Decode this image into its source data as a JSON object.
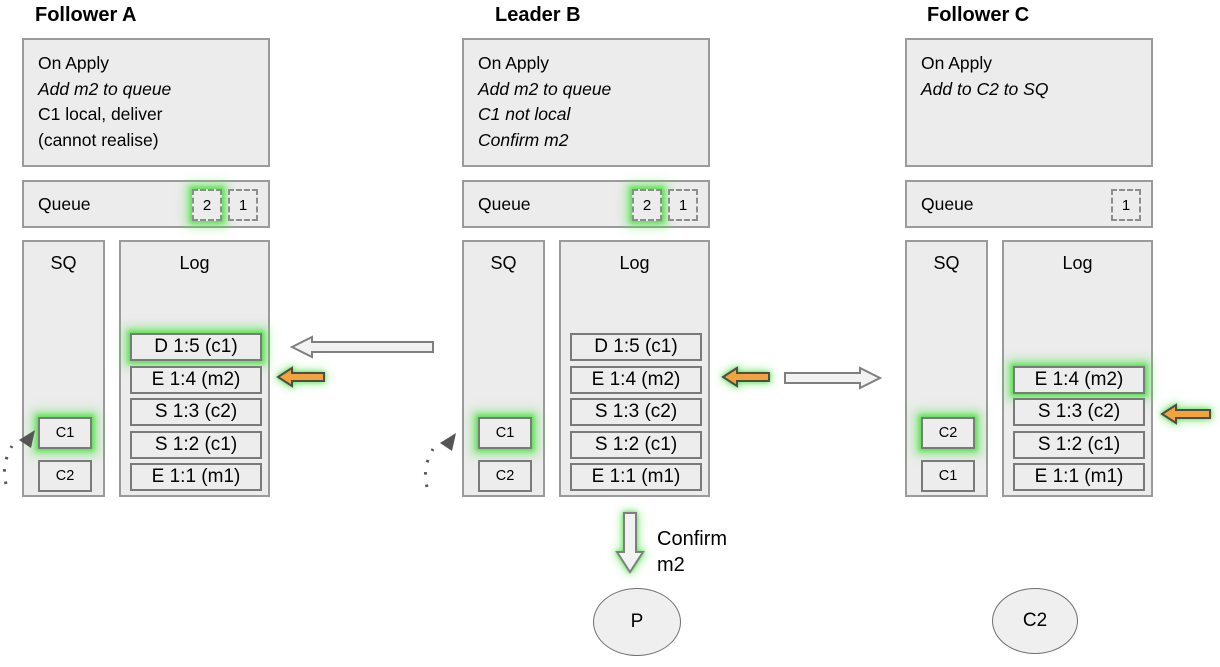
{
  "colors": {
    "glow_green": "#50e346",
    "orange_arrow": "#f2a33c",
    "box_fill": "#ececec",
    "box_border": "#9b9b9b",
    "item_border": "#7a7a7a",
    "white_arrow_fill": "#f2f2f2",
    "arrow_outline": "#7f7f7f"
  },
  "nodes": [
    {
      "title": "Follower A",
      "on_apply": [
        {
          "text": "On Apply",
          "italic": false
        },
        {
          "text": "Add m2 to queue",
          "italic": true
        },
        {
          "text": "C1 local, deliver",
          "italic": false
        },
        {
          "text": "(cannot realise)",
          "italic": false
        }
      ],
      "queue": {
        "label": "Queue",
        "items": [
          {
            "value": "2",
            "glow": true
          },
          {
            "value": "1",
            "glow": false
          }
        ]
      },
      "sq": {
        "label": "SQ",
        "items": [
          {
            "value": "C1",
            "glow": true
          },
          {
            "value": "C2",
            "glow": false
          }
        ]
      },
      "log": {
        "label": "Log",
        "items": [
          {
            "value": "D 1:5 (c1)",
            "glow": true
          },
          {
            "value": "E 1:4 (m2)",
            "glow": false
          },
          {
            "value": "S 1:3 (c2)",
            "glow": false
          },
          {
            "value": "S 1:2 (c1)",
            "glow": false
          },
          {
            "value": "E 1:1 (m1)",
            "glow": false
          }
        ]
      }
    },
    {
      "title": "Leader B",
      "on_apply": [
        {
          "text": "On Apply",
          "italic": false
        },
        {
          "text": "Add m2 to queue",
          "italic": true
        },
        {
          "text": "C1 not local",
          "italic": true
        },
        {
          "text": "Confirm m2",
          "italic": true
        }
      ],
      "queue": {
        "label": "Queue",
        "items": [
          {
            "value": "2",
            "glow": true
          },
          {
            "value": "1",
            "glow": false
          }
        ]
      },
      "sq": {
        "label": "SQ",
        "items": [
          {
            "value": "C1",
            "glow": true
          },
          {
            "value": "C2",
            "glow": false
          }
        ]
      },
      "log": {
        "label": "Log",
        "items": [
          {
            "value": "D 1:5 (c1)",
            "glow": false
          },
          {
            "value": "E 1:4 (m2)",
            "glow": false
          },
          {
            "value": "S 1:3 (c2)",
            "glow": false
          },
          {
            "value": "S 1:2 (c1)",
            "glow": false
          },
          {
            "value": "E 1:1 (m1)",
            "glow": false
          }
        ]
      }
    },
    {
      "title": "Follower C",
      "on_apply": [
        {
          "text": "On Apply",
          "italic": false
        },
        {
          "text": "Add to C2 to SQ",
          "italic": true
        }
      ],
      "queue": {
        "label": "Queue",
        "items": [
          {
            "value": "1",
            "glow": false
          }
        ]
      },
      "sq": {
        "label": "SQ",
        "items": [
          {
            "value": "C2",
            "glow": true
          },
          {
            "value": "C1",
            "glow": false
          }
        ]
      },
      "log": {
        "label": "Log",
        "items": [
          {
            "value": "E 1:4 (m2)",
            "glow": true
          },
          {
            "value": "S 1:3 (c2)",
            "glow": false
          },
          {
            "value": "S 1:2 (c1)",
            "glow": false
          },
          {
            "value": "E 1:1 (m1)",
            "glow": false
          }
        ]
      }
    }
  ],
  "arrows": [
    {
      "name": "replicate-left-to-follower-a",
      "shape": "block",
      "direction": "left",
      "color": "white",
      "glow": false
    },
    {
      "name": "pointer-follower-a-e14",
      "shape": "block",
      "direction": "left",
      "color": "orange",
      "glow": true
    },
    {
      "name": "pointer-leader-b-e14",
      "shape": "block",
      "direction": "left",
      "color": "orange",
      "glow": true
    },
    {
      "name": "replicate-right-to-follower-c",
      "shape": "block",
      "direction": "right",
      "color": "white",
      "glow": false
    },
    {
      "name": "pointer-follower-c-s13",
      "shape": "block",
      "direction": "left",
      "color": "orange",
      "glow": true
    },
    {
      "name": "confirm-down",
      "shape": "block",
      "direction": "down",
      "color": "white",
      "glow": true
    },
    {
      "name": "deliver-dotted-to-sq-a",
      "shape": "dotted",
      "direction": "up-right",
      "color": "gray",
      "glow": false
    },
    {
      "name": "deliver-dotted-to-sq-b",
      "shape": "dotted",
      "direction": "up-right",
      "color": "gray",
      "glow": false
    }
  ],
  "confirm": {
    "lines": [
      "Confirm",
      "m2"
    ]
  },
  "ellipses": [
    {
      "label": "P"
    },
    {
      "label": "C2"
    }
  ]
}
